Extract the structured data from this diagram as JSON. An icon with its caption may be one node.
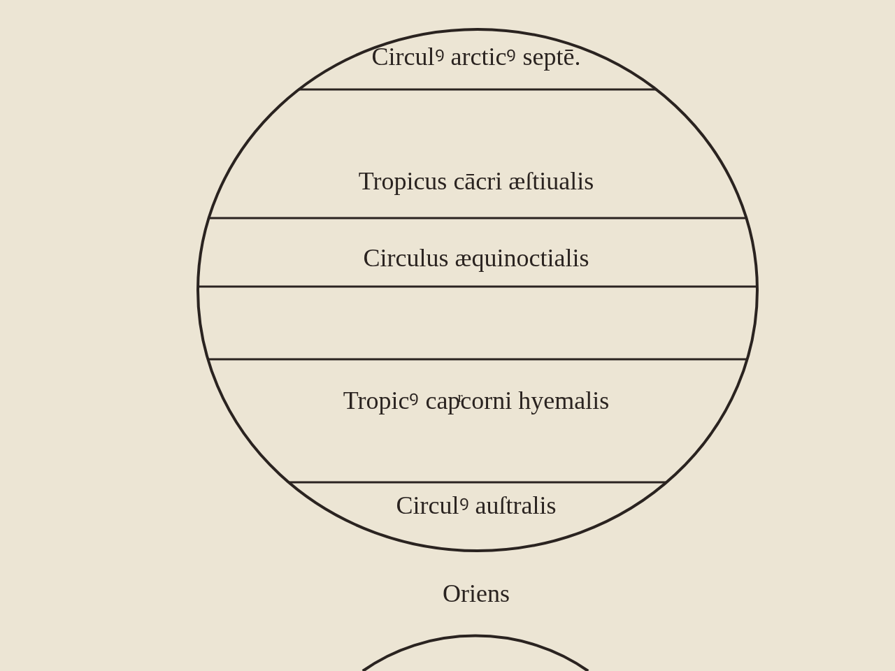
{
  "diagram": {
    "nodes": [
      {
        "text": [
          "Circulꝰ arcticꝰ septē.",
          "Tropicus cācri æſtiualis",
          "Circulus æquinoctialis",
          "Tropicꝰ capͬcorni hyemalis",
          "Circulꝰ auſtralis"
        ]
      },
      {
        "text": [],
        "shape": "circle"
      }
    ],
    "labels": [
      "Oriens"
    ]
  }
}
